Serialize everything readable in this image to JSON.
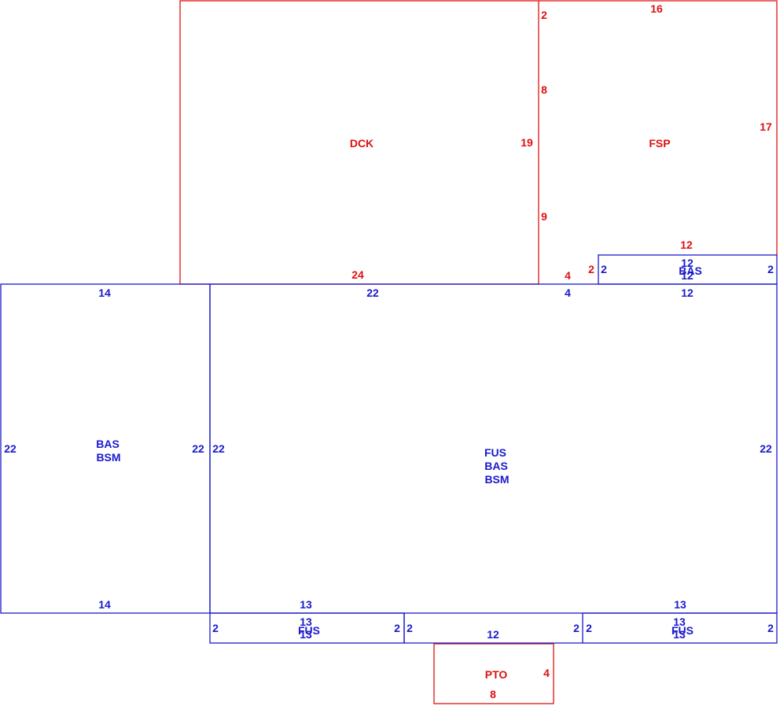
{
  "colors": {
    "exterior_area": "#e01010",
    "living_area": "#1a1acc",
    "background": "#ffffff"
  },
  "areas": {
    "dck": {
      "code": "DCK",
      "category": "exterior_area",
      "dims": {
        "top": "",
        "right": "19",
        "bottom": "24"
      }
    },
    "fsp": {
      "code": "FSP",
      "category": "exterior_area",
      "dims": {
        "top": "16",
        "right": "17",
        "bottom": "12",
        "left_upper": "2",
        "left_mid_a": "8",
        "left_mid_b": "9",
        "notch_left": "2",
        "notch_bottom": "4"
      }
    },
    "bas_small_top": {
      "code": "BAS",
      "category": "living_area",
      "dims": {
        "top": "12",
        "bottom": "12",
        "left": "2",
        "right": "2"
      }
    },
    "bas_bsm_left": {
      "codes": [
        "BAS",
        "BSM"
      ],
      "category": "living_area",
      "dims": {
        "top": "14",
        "bottom": "14",
        "left": "22",
        "right": "22"
      }
    },
    "fus_bas_bsm_main": {
      "codes": [
        "FUS",
        "BAS",
        "BSM"
      ],
      "category": "living_area",
      "dims": {
        "top": "22",
        "top_right": "4",
        "top_far_right": "12",
        "left": "22",
        "right": "22",
        "bottom_left": "13",
        "bottom_mid": "12",
        "bottom_right": "13"
      }
    },
    "fus_bottom_left": {
      "code": "FUS",
      "category": "living_area",
      "dims": {
        "top": "13",
        "bottom": "13",
        "left": "2",
        "right": "2"
      }
    },
    "fus_bottom_right": {
      "code": "FUS",
      "category": "living_area",
      "dims": {
        "top": "13",
        "bottom": "13",
        "left": "2",
        "right": "2"
      }
    },
    "pto": {
      "code": "PTO",
      "category": "exterior_area",
      "dims": {
        "right": "4",
        "bottom": "8"
      }
    }
  }
}
